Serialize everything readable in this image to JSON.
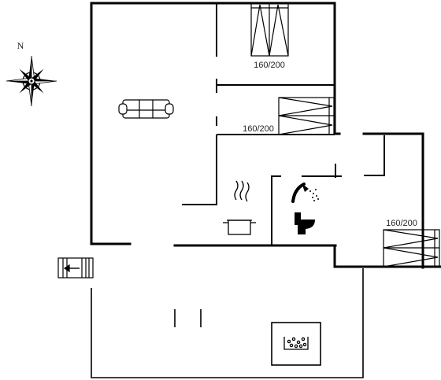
{
  "compass": {
    "north_label": "N"
  },
  "bed_labels": [
    "160/200",
    "160/200",
    "160/200"
  ],
  "icons": [
    "compass-rose-icon",
    "sofa-icon",
    "double-bed-icon",
    "cooking-pot-icon",
    "shower-icon",
    "toilet-icon",
    "entrance-stairs-icon",
    "hot-tub-icon"
  ]
}
